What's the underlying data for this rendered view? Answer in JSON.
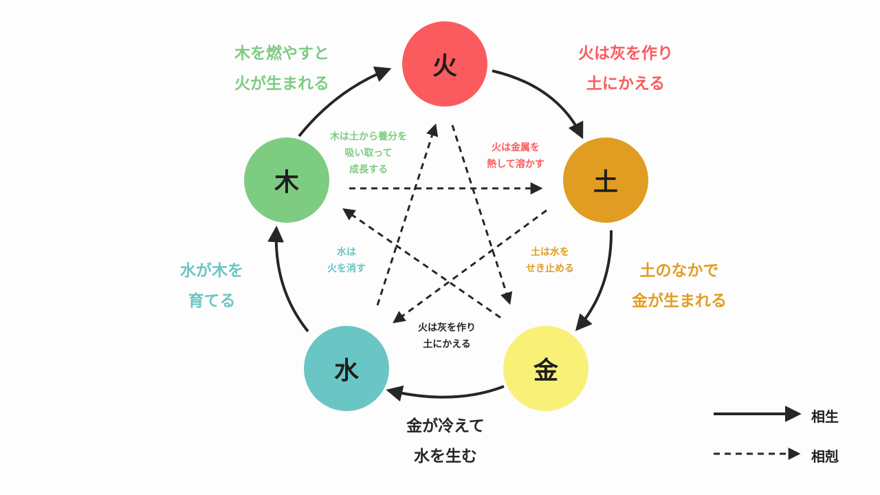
{
  "colors": {
    "fire": "#fb5b5e",
    "earth": "#e19d22",
    "metal": "#f9f078",
    "water": "#6ac6c5",
    "wood": "#7dcc82",
    "dark": "#262626"
  },
  "elements": {
    "fire": "火",
    "earth": "土",
    "metal": "金",
    "water": "水",
    "wood": "木"
  },
  "generating_labels": {
    "wood_to_fire": [
      "木を燃やすと",
      "火が生まれる"
    ],
    "fire_to_earth": [
      "火は灰を作り",
      "土にかえる"
    ],
    "earth_to_metal": [
      "土のなかで",
      "金が生まれる"
    ],
    "metal_to_water": [
      "金が冷えて",
      "水を生む"
    ],
    "water_to_wood": [
      "水が木を",
      "育てる"
    ]
  },
  "controlling_labels": {
    "wood_over_earth": [
      "木は土から養分を",
      "吸い取って",
      "成長する"
    ],
    "fire_over_metal": [
      "火は金属を",
      "熱して溶かす"
    ],
    "earth_over_water": [
      "土は水を",
      "せき止める"
    ],
    "metal_over_wood": [
      "火は灰を作り",
      "土にかえる"
    ],
    "water_over_fire": [
      "水は",
      "火を消す"
    ]
  },
  "legend": {
    "generating": "相生",
    "controlling": "相剋"
  }
}
